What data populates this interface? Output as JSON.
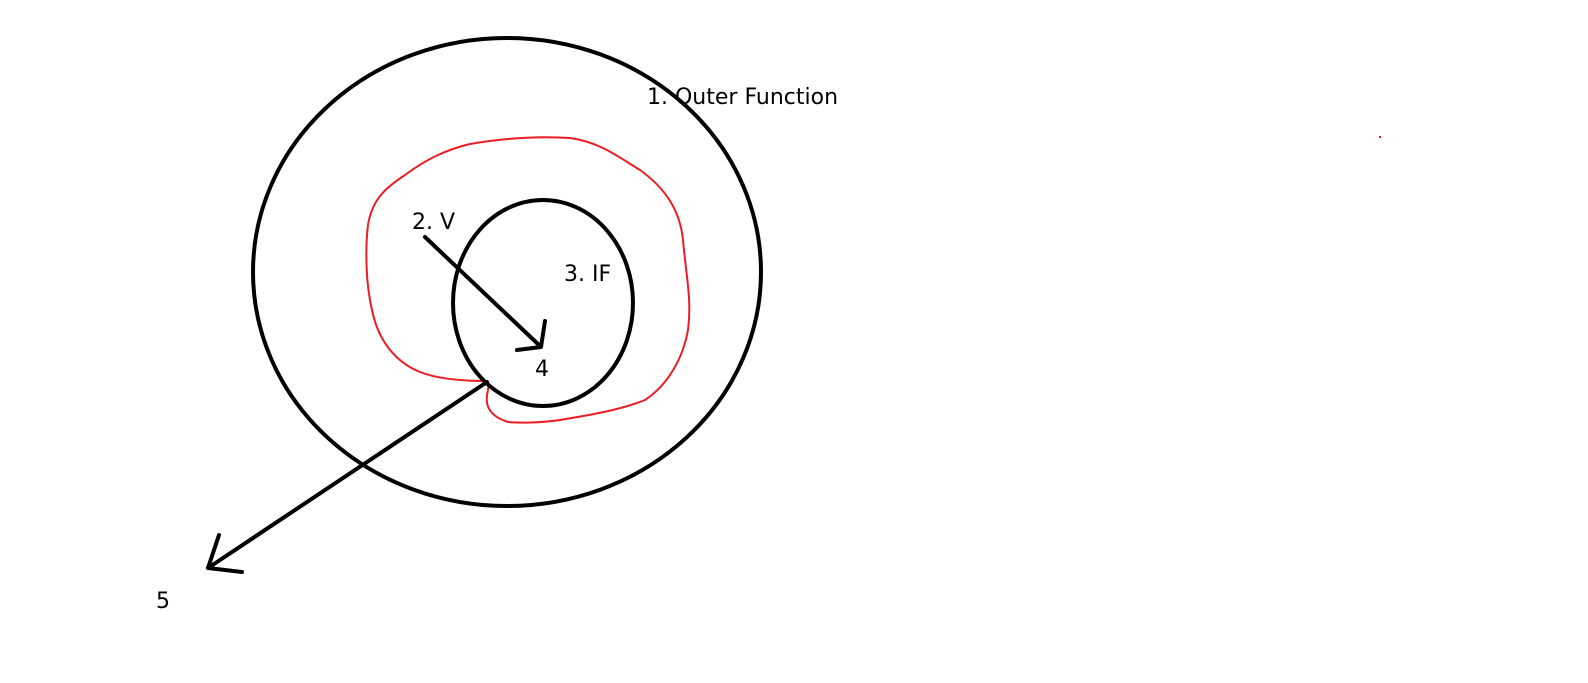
{
  "labels": {
    "outer_function": "1. Outer Function",
    "v": "2. V",
    "inner_function": "3. IF",
    "point_4": "4",
    "point_5": "5"
  },
  "colors": {
    "ink": "#000000",
    "red_scope": "#ed1c24",
    "background": "#ffffff"
  }
}
